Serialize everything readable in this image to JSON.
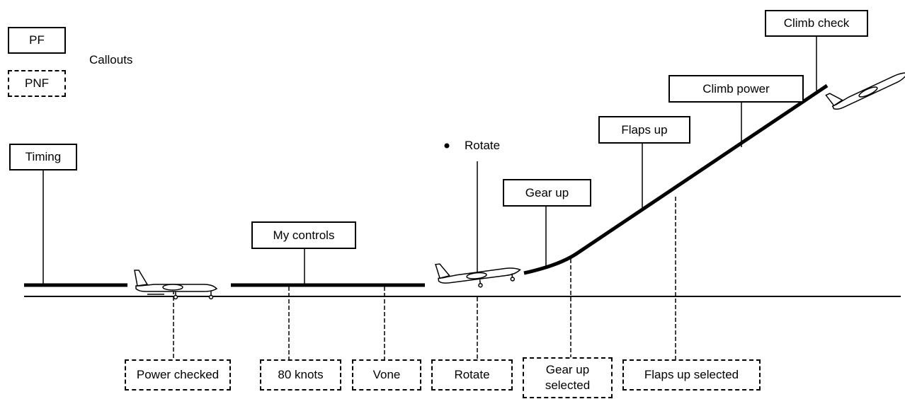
{
  "legend": {
    "pf_label": "PF",
    "pnf_label": "PNF",
    "callouts_label": "Callouts"
  },
  "pf_callouts": {
    "timing": "Timing",
    "my_controls": "My controls",
    "rotate": "Rotate",
    "gear_up": "Gear up",
    "flaps_up": "Flaps up",
    "climb_power": "Climb power",
    "climb_check": "Climb check"
  },
  "pnf_callouts": {
    "power_checked": "Power checked",
    "eighty_knots": "80 knots",
    "vone": "Vone",
    "rotate": "Rotate",
    "gear_up_selected_line1": "Gear up",
    "gear_up_selected_line2": "selected",
    "flaps_up_selected": "Flaps up selected"
  },
  "icons": {
    "aircraft_taxi": "aircraft-icon",
    "aircraft_rotate": "aircraft-icon",
    "aircraft_climb": "aircraft-icon"
  }
}
